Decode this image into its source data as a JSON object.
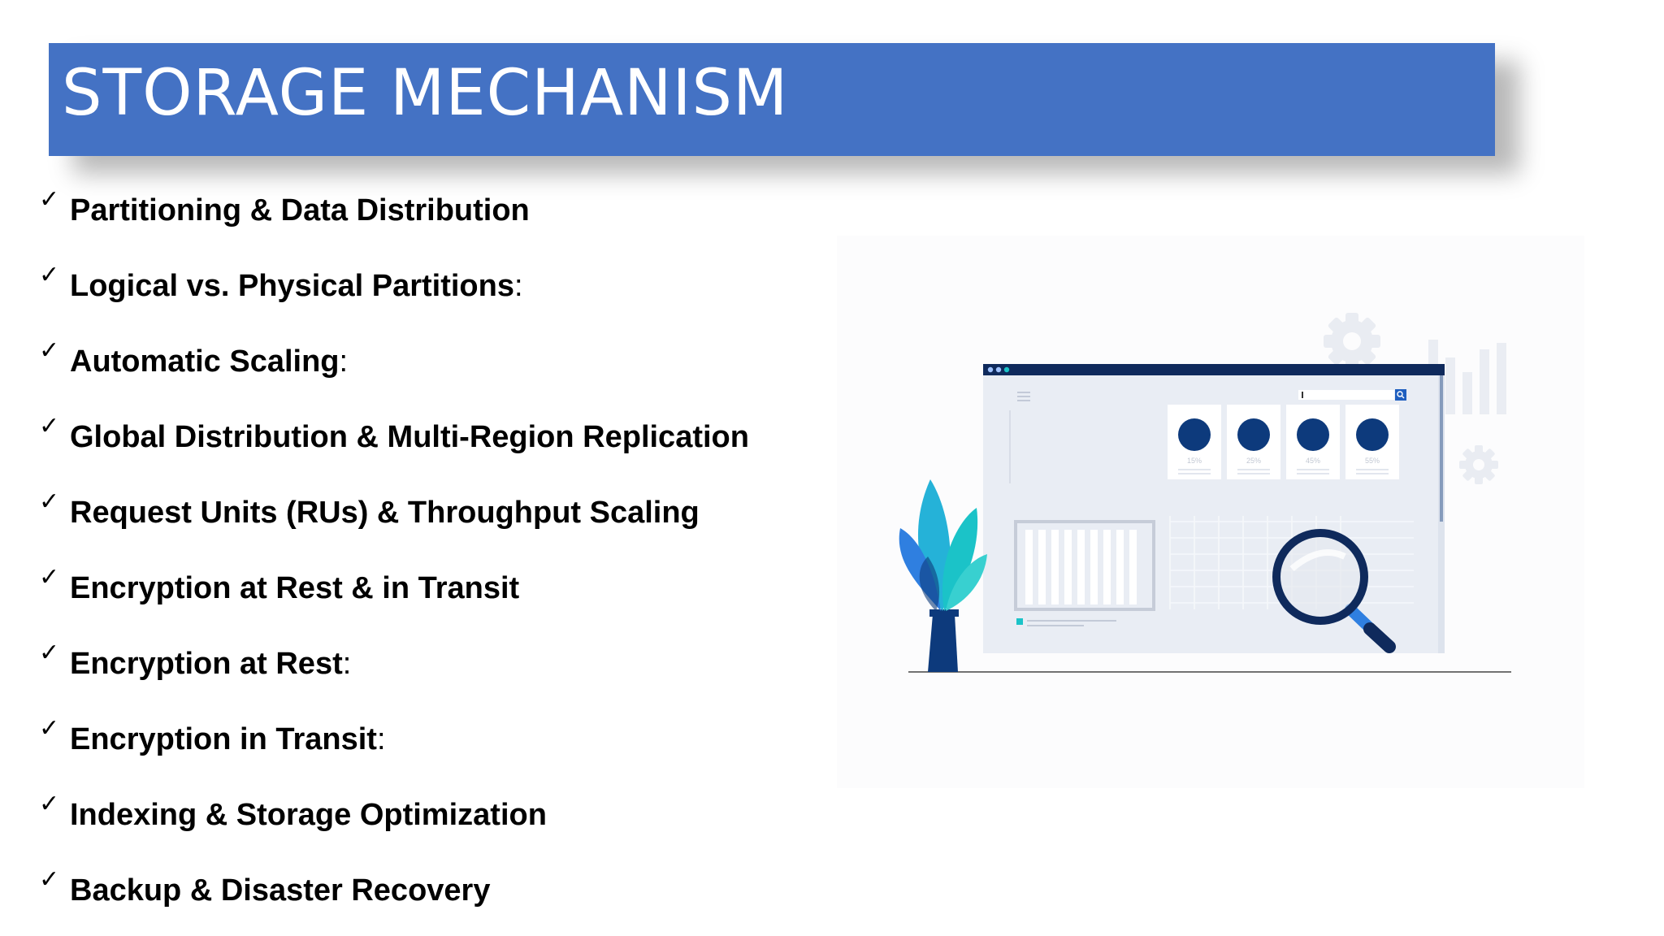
{
  "slide": {
    "title": "STORAGE MECHANISM",
    "bullets": [
      {
        "label": "Partitioning & Data Distribution",
        "suffix": ""
      },
      {
        "label": "Logical vs. Physical Partitions",
        "suffix": ":"
      },
      {
        "label": "Automatic Scaling",
        "suffix": ":"
      },
      {
        "label": "Global Distribution & Multi-Region Replication",
        "suffix": ""
      },
      {
        "label": "Request Units (RUs) & Throughput Scaling",
        "suffix": ""
      },
      {
        "label": "Encryption at Rest & in Transit",
        "suffix": ""
      },
      {
        "label": "Encryption at Rest",
        "suffix": ":"
      },
      {
        "label": "Encryption in Transit",
        "suffix": ":"
      },
      {
        "label": "Indexing & Storage Optimization",
        "suffix": ""
      },
      {
        "label": "Backup & Disaster Recovery",
        "suffix": ""
      }
    ],
    "check_glyph": "✓"
  },
  "illustration": {
    "stat_labels": [
      "15%",
      "25%",
      "45%",
      "55%"
    ],
    "colors": {
      "title_bar": "#4472c4",
      "navy": "#0d3a7c",
      "window_top": "#0f2a5c",
      "window_body": "#e9edf4",
      "accent_teal": "#1bc3c8",
      "accent_blue": "#2f7fe0"
    },
    "icons": [
      "gear-icon",
      "bar-chart-icon",
      "magnifier-icon",
      "plant-icon",
      "search-icon",
      "menu-icon"
    ]
  }
}
